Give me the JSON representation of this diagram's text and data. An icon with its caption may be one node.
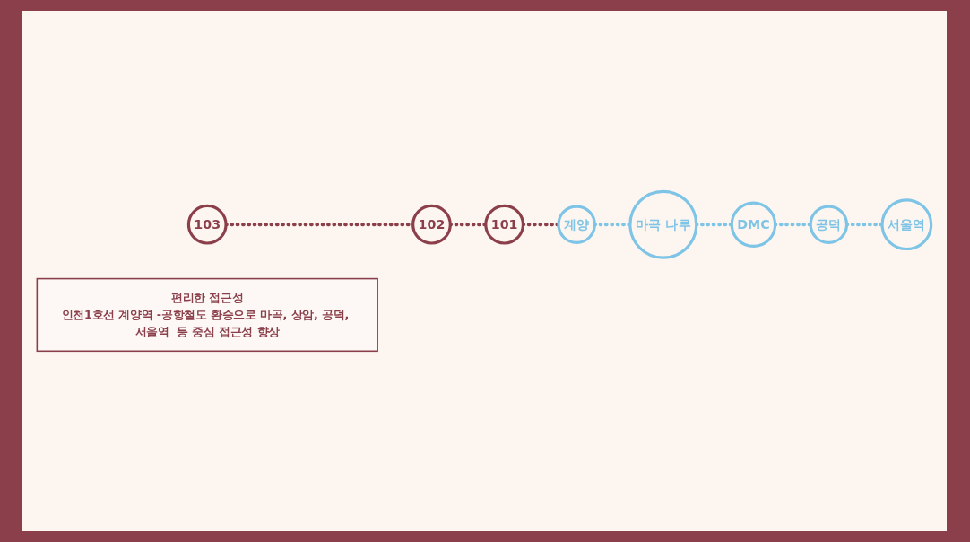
{
  "diagram": {
    "nodes": [
      {
        "text": [
          "103"
        ]
      },
      {
        "text": [
          "102"
        ]
      },
      {
        "text": [
          "101"
        ]
      },
      {
        "text": [
          "계양"
        ]
      },
      {
        "text": [
          "마곡 나루"
        ]
      },
      {
        "text": [
          "DMC"
        ]
      },
      {
        "text": [
          "공덕"
        ]
      },
      {
        "text": [
          "서울역"
        ]
      },
      {
        "text": [
          "편리한 접근성",
          "인천1호선 계양역 -공항철도 환승으로 마곡, 상암, 공덕, 서울역  등 중심 접근성 향상"
        ]
      }
    ],
    "edges": [
      {
        "from": 0,
        "to": 1,
        "arrow": "none",
        "style": "dashed",
        "color": "#8b3f4a"
      },
      {
        "from": 1,
        "to": 2,
        "arrow": "none",
        "style": "dashed",
        "color": "#8b3f4a"
      },
      {
        "from": 2,
        "to": 3,
        "arrow": "none",
        "style": "dashed",
        "color": "#8b3f4a"
      },
      {
        "from": 3,
        "to": 4,
        "arrow": "none",
        "style": "dashed"
      },
      {
        "from": 4,
        "to": 5,
        "arrow": "none",
        "style": "dashed"
      },
      {
        "from": 5,
        "to": 6,
        "arrow": "none",
        "style": "dashed"
      },
      {
        "from": 6,
        "to": 7,
        "arrow": "none",
        "style": "dashed"
      }
    ]
  }
}
